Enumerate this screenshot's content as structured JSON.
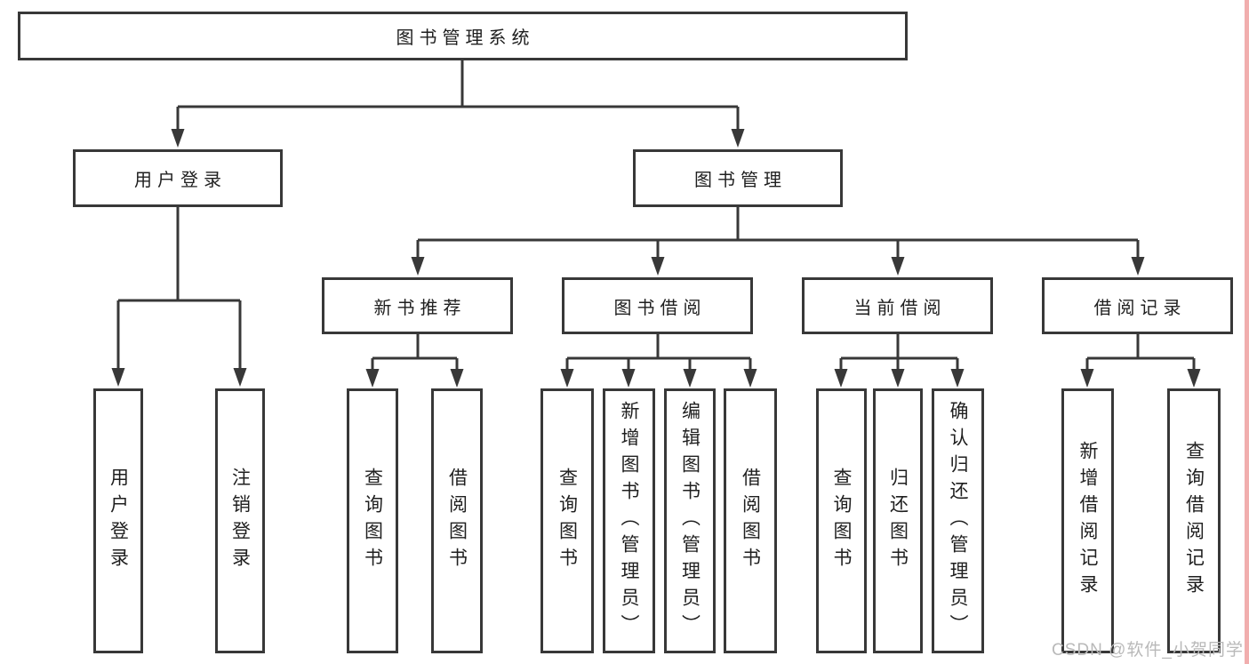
{
  "nodes": {
    "root": "图书管理系统",
    "login": "用户登录",
    "manage": "图书管理",
    "recommend": "新书推荐",
    "borrow": "图书借阅",
    "current": "当前借阅",
    "records": "借阅记录"
  },
  "leaves": {
    "user_login": "用户登录",
    "logout": "注销登录",
    "rec_query_books": "查询图书",
    "rec_borrow_books": "借阅图书",
    "bor_query_books": "查询图书",
    "bor_add_books": "新增图书（管理员）",
    "bor_edit_books": "编辑图书（管理员）",
    "bor_borrow_books": "借阅图书",
    "cur_query_books": "查询图书",
    "cur_return_books": "归还图书",
    "cur_confirm_return": "确认归还（管理员）",
    "log_add_record": "新增借阅记录",
    "log_query_record": "查询借阅记录"
  },
  "watermark": "CSDN @软件_小贺同学",
  "colors": {
    "line": "#383838",
    "box_border": "#383838",
    "text": "#1f1f1f",
    "watermark": "#b9b9b9",
    "right_edge_strip": "#f1aeae",
    "background": "#ffffff"
  }
}
